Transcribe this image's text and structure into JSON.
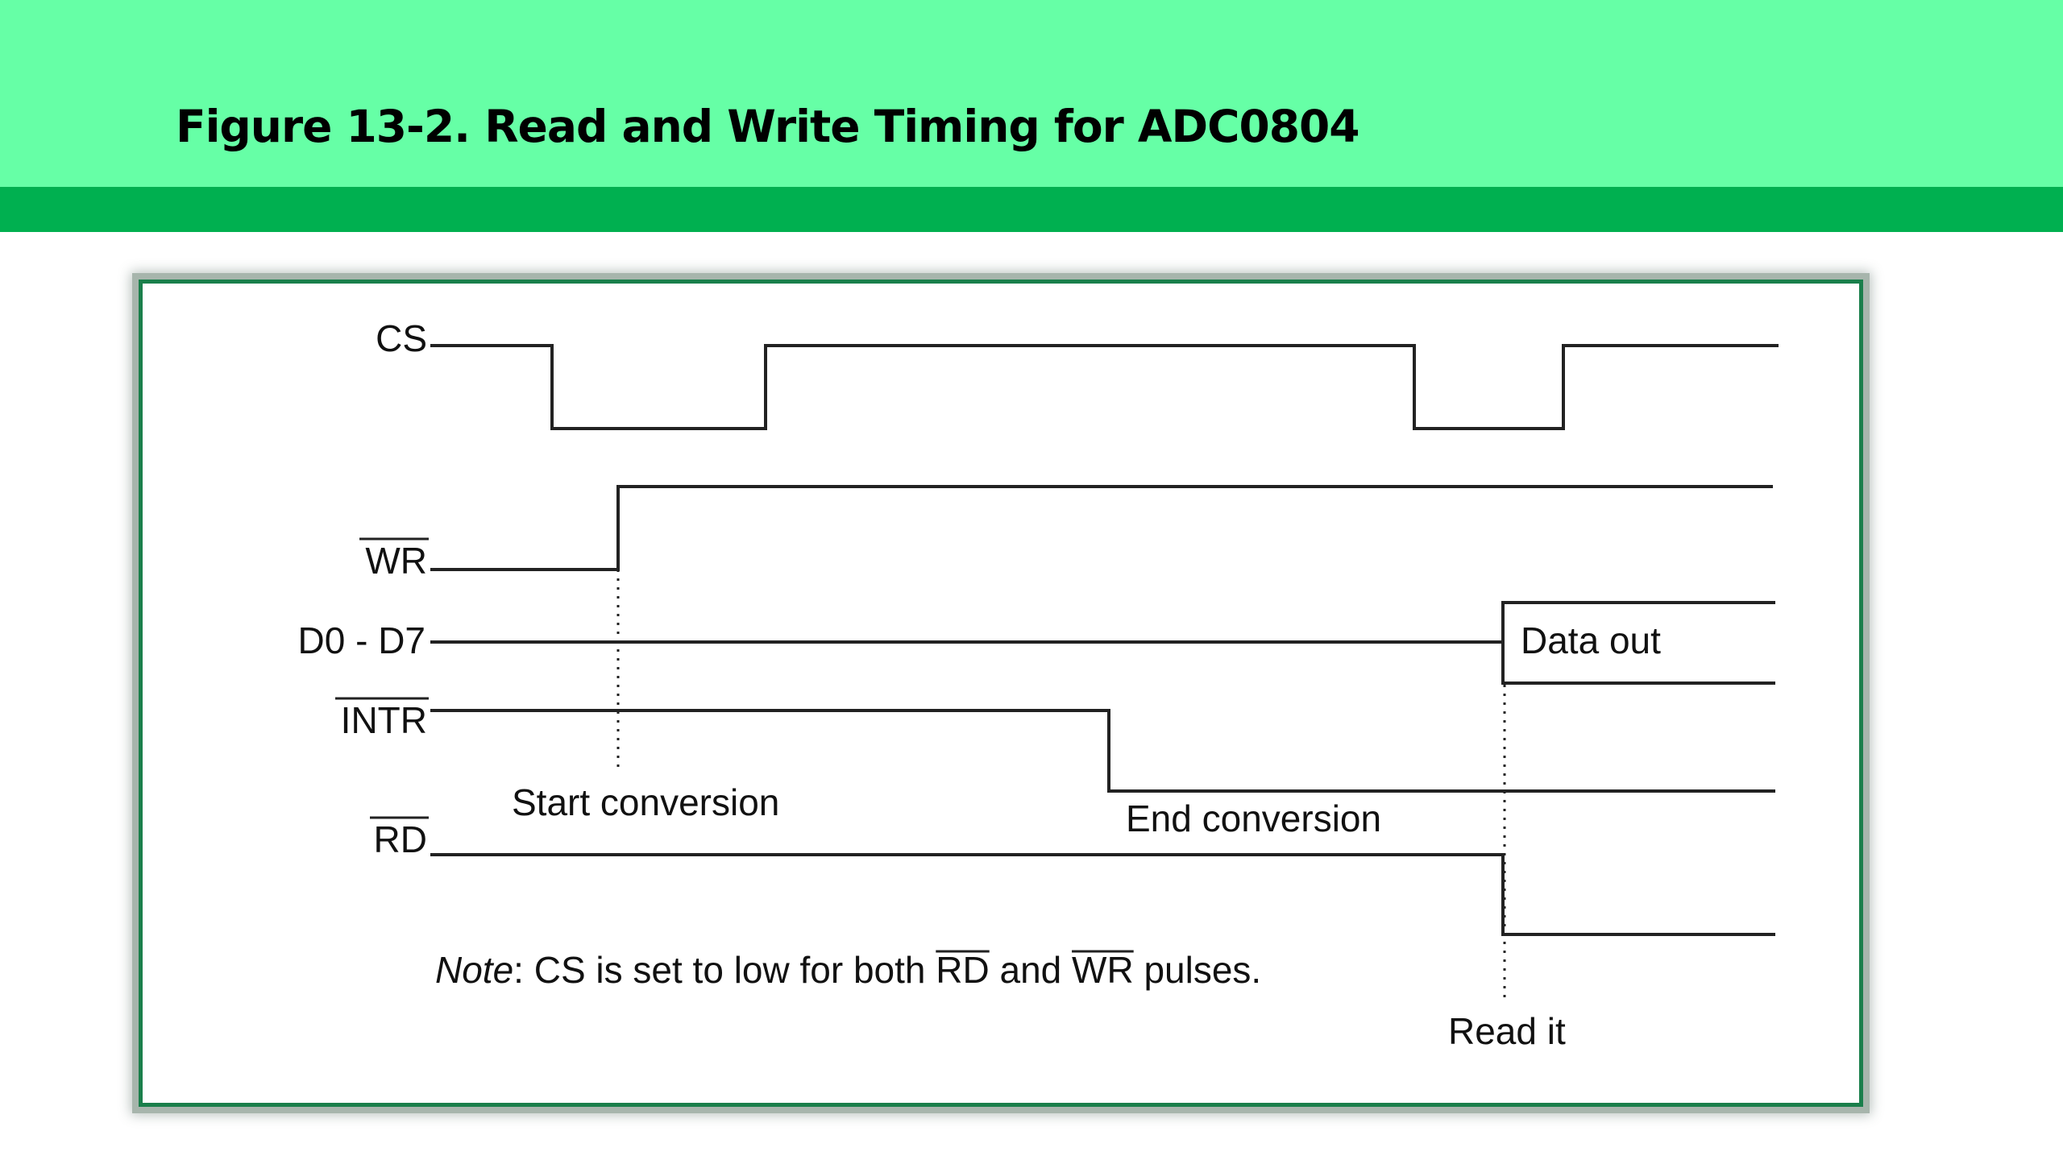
{
  "header": {
    "title": "Figure 13-2. Read and Write Timing for ADC0804",
    "bg_color": "#66ffa6",
    "bar_color": "#00b050"
  },
  "diagram": {
    "frame_color": "#1a7f4b",
    "signals": {
      "cs": "CS",
      "wr": "WR",
      "data": "D0 - D7",
      "intr": "INTR",
      "rd": "RD"
    },
    "annotations": {
      "start_conversion": "Start conversion",
      "end_conversion": "End conversion",
      "data_out": "Data out",
      "read_it": "Read it"
    },
    "note": {
      "prefix": "Note",
      "part1": ": CS is set to low for both ",
      "rd": "RD",
      "part2": " and ",
      "wr": "WR",
      "part3": " pulses."
    }
  }
}
